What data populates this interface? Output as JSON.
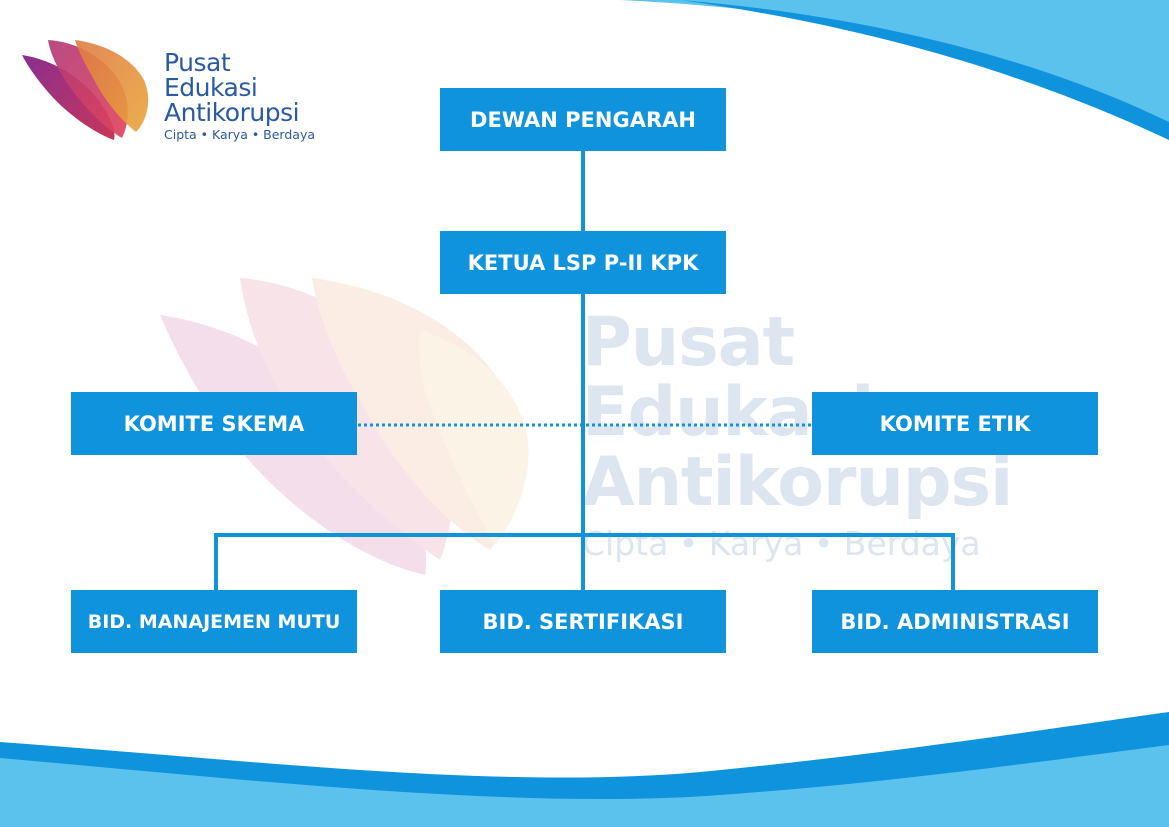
{
  "colors": {
    "box_fill": "#0f93dc",
    "box_text": "#ffffff",
    "connector": "#0f93dc",
    "wave_dark": "#0f93dc",
    "wave_light": "#5bc2ee",
    "logo_text": "#2a5aa0",
    "watermark_text": "#dde5f0"
  },
  "logo": {
    "icon": "book-petals-icon",
    "lines": [
      "Pusat",
      "Edukasi",
      "Antikorupsi"
    ],
    "tagline": "Cipta • Karya • Berdaya"
  },
  "watermark": {
    "lines": [
      "Pusat",
      "Edukasi",
      "Antikorupsi"
    ],
    "tagline": "Cipta • Karya • Berdaya"
  },
  "org_chart": {
    "top": "DEWAN PENGARAH",
    "chair": "KETUA LSP P-II KPK",
    "committee_left": "KOMITE SKEMA",
    "committee_right": "KOMITE ETIK",
    "divisions": [
      "BID. MANAJEMEN MUTU",
      "BID. SERTIFIKASI",
      "BID. ADMINISTRASI"
    ]
  }
}
